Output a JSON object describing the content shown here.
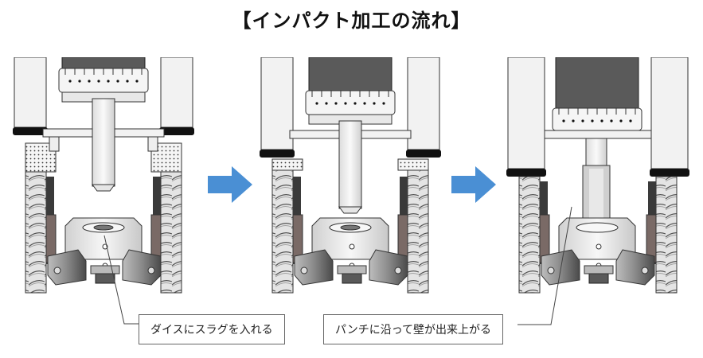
{
  "title": "【インパクト加工の流れ】",
  "steps": [
    {
      "caption": "ダイスにスラグを入れる"
    },
    {
      "caption": "パンチに沿って壁が出来上がる"
    }
  ],
  "colors": {
    "arrow": "#4a8fd4",
    "ram": "#5a5a5a",
    "column": "#f2f2f2",
    "outline": "#333333",
    "screw": "#d8d8d8"
  },
  "icons": [
    "right-arrow-icon",
    "right-arrow-icon"
  ]
}
